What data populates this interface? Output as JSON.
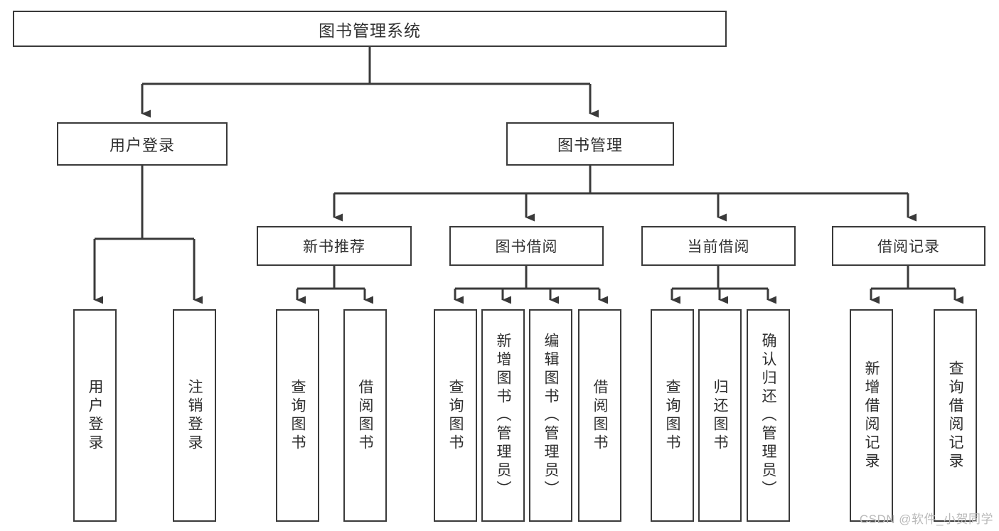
{
  "diagram": {
    "title": "图书管理系统",
    "type": "tree-hierarchy",
    "orientation": "top-down",
    "colors": {
      "box_border": "#3a3a3a",
      "box_fill": "#ffffff",
      "connector": "#3a3a3a",
      "text": "#2f2f2f",
      "watermark": "#b9b9b9",
      "background": "#ffffff"
    }
  },
  "root": {
    "label": "图书管理系统"
  },
  "level2": [
    {
      "label": "用户登录"
    },
    {
      "label": "图书管理"
    }
  ],
  "level3": [
    {
      "label": "新书推荐"
    },
    {
      "label": "图书借阅"
    },
    {
      "label": "当前借阅"
    },
    {
      "label": "借阅记录"
    }
  ],
  "leaves": {
    "user_login": [
      {
        "label": "用户登录"
      },
      {
        "label": "注销登录"
      }
    ],
    "new_book_recommend": [
      {
        "label": "查询图书"
      },
      {
        "label": "借阅图书"
      }
    ],
    "book_borrow": [
      {
        "label": "查询图书"
      },
      {
        "label": "新增图书（管理员）"
      },
      {
        "label": "编辑图书（管理员）"
      },
      {
        "label": "借阅图书"
      }
    ],
    "current_borrow": [
      {
        "label": "查询图书"
      },
      {
        "label": "归还图书"
      },
      {
        "label": "确认归还（管理员）"
      }
    ],
    "borrow_record": [
      {
        "label": "新增借阅记录"
      },
      {
        "label": "查询借阅记录"
      }
    ]
  },
  "watermark": {
    "text": "CSDN @软件_小贺同学"
  }
}
